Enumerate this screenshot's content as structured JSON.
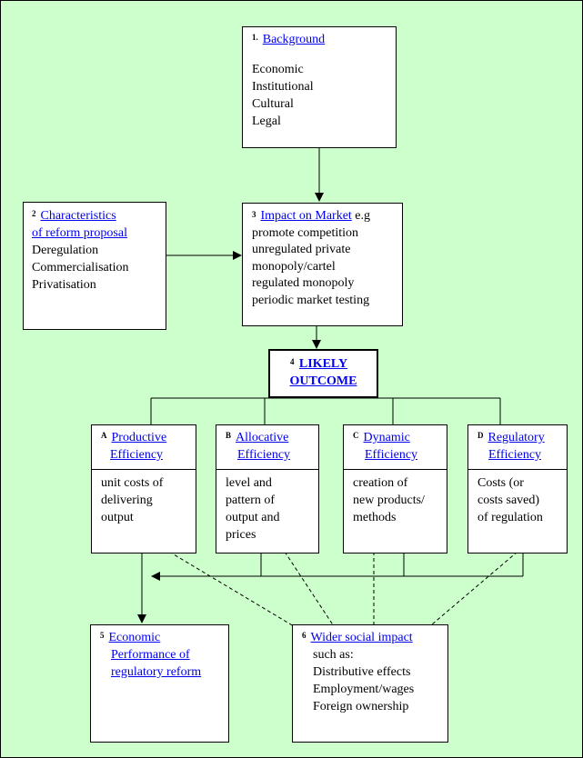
{
  "box1": {
    "num": "1.",
    "title": "Background",
    "items": [
      "Economic",
      "Institutional",
      "Cultural",
      "Legal"
    ]
  },
  "box2": {
    "num": "2",
    "title_lines": [
      "Characteristics",
      "of reform proposal"
    ],
    "items": [
      "Deregulation",
      "Commercialisation",
      "Privatisation"
    ]
  },
  "box3": {
    "num": "3",
    "title": "Impact on Market",
    "title_suffix": " e.g",
    "items": [
      "promote competition",
      "unregulated private",
      "monopoly/cartel",
      "regulated monopoly",
      "periodic market testing"
    ]
  },
  "box4": {
    "num": "4",
    "title_lines": [
      "LIKELY",
      "OUTCOME"
    ]
  },
  "boxA": {
    "num": "A",
    "title_lines": [
      "Productive",
      "Efficiency"
    ],
    "items": [
      "unit costs of",
      "delivering",
      "output"
    ]
  },
  "boxB": {
    "num": "B",
    "title_lines": [
      "Allocative",
      "Efficiency"
    ],
    "items": [
      "level and",
      "pattern of",
      "output and",
      "prices"
    ]
  },
  "boxC": {
    "num": "C",
    "title_lines": [
      "Dynamic",
      "Efficiency"
    ],
    "items": [
      "creation of",
      "new products/",
      "methods"
    ]
  },
  "boxD": {
    "num": "D",
    "title_lines": [
      "Regulatory",
      "Efficiency"
    ],
    "items": [
      "Costs (or",
      "costs saved)",
      "of regulation"
    ]
  },
  "box5": {
    "num": "5",
    "title_lines": [
      "Economic",
      "Performance of",
      "regulatory reform"
    ]
  },
  "box6": {
    "num": "6",
    "title": "Wider social impact",
    "items": [
      "such as:",
      "Distributive effects",
      "Employment/wages",
      "Foreign ownership"
    ]
  },
  "colors": {
    "background": "#ccffcc",
    "link": "#0000ee",
    "box": "#ffffff"
  }
}
